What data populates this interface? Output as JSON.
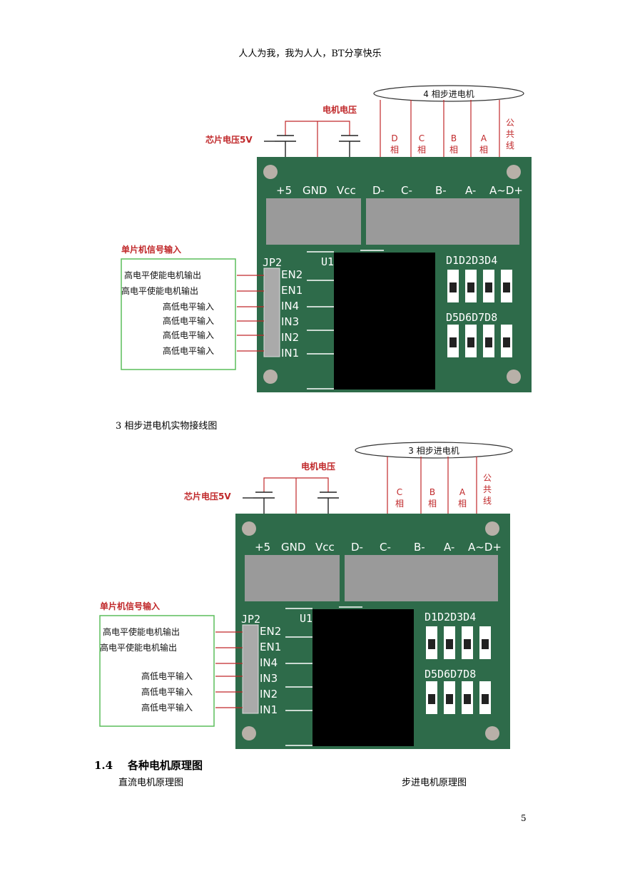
{
  "header": "人人为我，我为人人，BT分享快乐",
  "figure1": {
    "motor": "4 相步进电机",
    "motor_voltage": "电机电压",
    "chip_voltage": "芯片电压5V",
    "phase_labels": [
      [
        "D",
        "相"
      ],
      [
        "C",
        "相"
      ],
      [
        "B",
        "相"
      ],
      [
        "A",
        "相"
      ]
    ],
    "common_line": [
      "公",
      "共",
      "线"
    ],
    "pins_top": [
      "+5",
      "GND",
      "Vcc",
      "D-",
      "C-",
      "B-",
      "A-",
      "A~D+"
    ],
    "mcu_input": "单片机信号输入",
    "jp": "JP2",
    "u": "U1",
    "pins_left": [
      "EN2",
      "EN1",
      "IN4",
      "IN3",
      "IN2",
      "IN1"
    ],
    "signals": [
      "高电平使能电机输出",
      "高电平使能电机输出",
      "高低电平输入",
      "高低电平输入",
      "高低电平输入",
      "高低电平输入"
    ],
    "diodes_top": "D1D2D3D4",
    "diodes_bottom": "D5D6D7D8"
  },
  "caption1": "3 相步进电机实物接线图",
  "figure2": {
    "motor": "3 相步进电机",
    "motor_voltage": "电机电压",
    "chip_voltage": "芯片电压5V",
    "phase_labels": [
      [
        "C",
        "相"
      ],
      [
        "B",
        "相"
      ],
      [
        "A",
        "相"
      ]
    ],
    "common_line": [
      "公",
      "共",
      "线"
    ],
    "pins_top": [
      "+5",
      "GND",
      "Vcc",
      "D-",
      "C-",
      "B-",
      "A-",
      "A~D+"
    ],
    "mcu_input": "单片机信号输入",
    "jp": "JP2",
    "u": "U1",
    "pins_left": [
      "EN2",
      "EN1",
      "IN4",
      "IN3",
      "IN2",
      "IN1"
    ],
    "signals": [
      "高电平使能电机输出",
      "高电平使能电机输出",
      "高低电平输入",
      "高低电平输入",
      "高低电平输入"
    ],
    "diodes_top": "D1D2D3D4",
    "diodes_bottom": "D5D6D7D8"
  },
  "section": {
    "number": "1.4",
    "title": "各种电机原理图"
  },
  "sub_left": "直流电机原理图",
  "sub_right": "步进电机原理图",
  "page_number": "5"
}
